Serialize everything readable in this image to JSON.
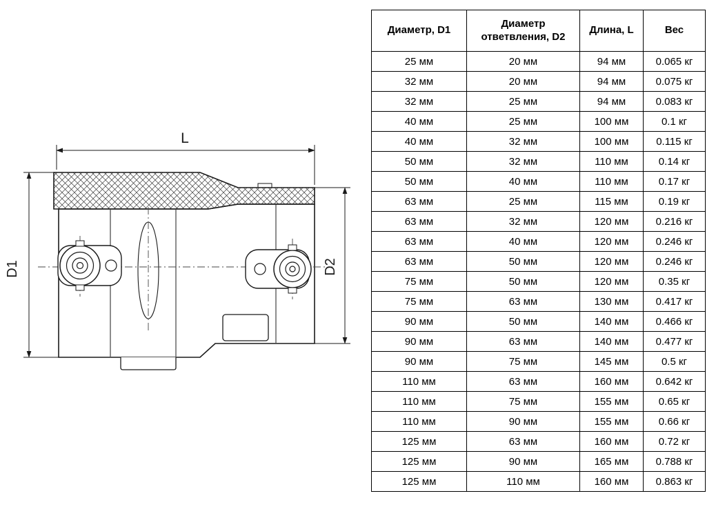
{
  "drawing": {
    "labels": {
      "length": "L",
      "d1": "D1",
      "d2": "D2"
    }
  },
  "table": {
    "headers": [
      "Диаметр, D1",
      "Диаметр ответвления, D2",
      "Длина, L",
      "Вес"
    ],
    "rows": [
      [
        "25 мм",
        "20 мм",
        "94 мм",
        "0.065 кг"
      ],
      [
        "32 мм",
        "20 мм",
        "94 мм",
        "0.075 кг"
      ],
      [
        "32 мм",
        "25 мм",
        "94 мм",
        "0.083 кг"
      ],
      [
        "40 мм",
        "25 мм",
        "100 мм",
        "0.1 кг"
      ],
      [
        "40 мм",
        "32 мм",
        "100 мм",
        "0.115 кг"
      ],
      [
        "50 мм",
        "32 мм",
        "110 мм",
        "0.14 кг"
      ],
      [
        "50 мм",
        "40 мм",
        "110 мм",
        "0.17 кг"
      ],
      [
        "63 мм",
        "25 мм",
        "115 мм",
        "0.19 кг"
      ],
      [
        "63 мм",
        "32 мм",
        "120 мм",
        "0.216 кг"
      ],
      [
        "63 мм",
        "40 мм",
        "120 мм",
        "0.246 кг"
      ],
      [
        "63 мм",
        "50 мм",
        "120 мм",
        "0.246 кг"
      ],
      [
        "75 мм",
        "50 мм",
        "120 мм",
        "0.35 кг"
      ],
      [
        "75 мм",
        "63 мм",
        "130 мм",
        "0.417 кг"
      ],
      [
        "90 мм",
        "50 мм",
        "140 мм",
        "0.466 кг"
      ],
      [
        "90 мм",
        "63 мм",
        "140 мм",
        "0.477 кг"
      ],
      [
        "90 мм",
        "75 мм",
        "145 мм",
        "0.5 кг"
      ],
      [
        "110 мм",
        "63 мм",
        "160 мм",
        "0.642 кг"
      ],
      [
        "110 мм",
        "75 мм",
        "155 мм",
        "0.65 кг"
      ],
      [
        "110 мм",
        "90 мм",
        "155 мм",
        "0.66 кг"
      ],
      [
        "125 мм",
        "63 мм",
        "160 мм",
        "0.72 кг"
      ],
      [
        "125 мм",
        "90 мм",
        "165 мм",
        "0.788 кг"
      ],
      [
        "125 мм",
        "110 мм",
        "160 мм",
        "0.863 кг"
      ]
    ]
  }
}
